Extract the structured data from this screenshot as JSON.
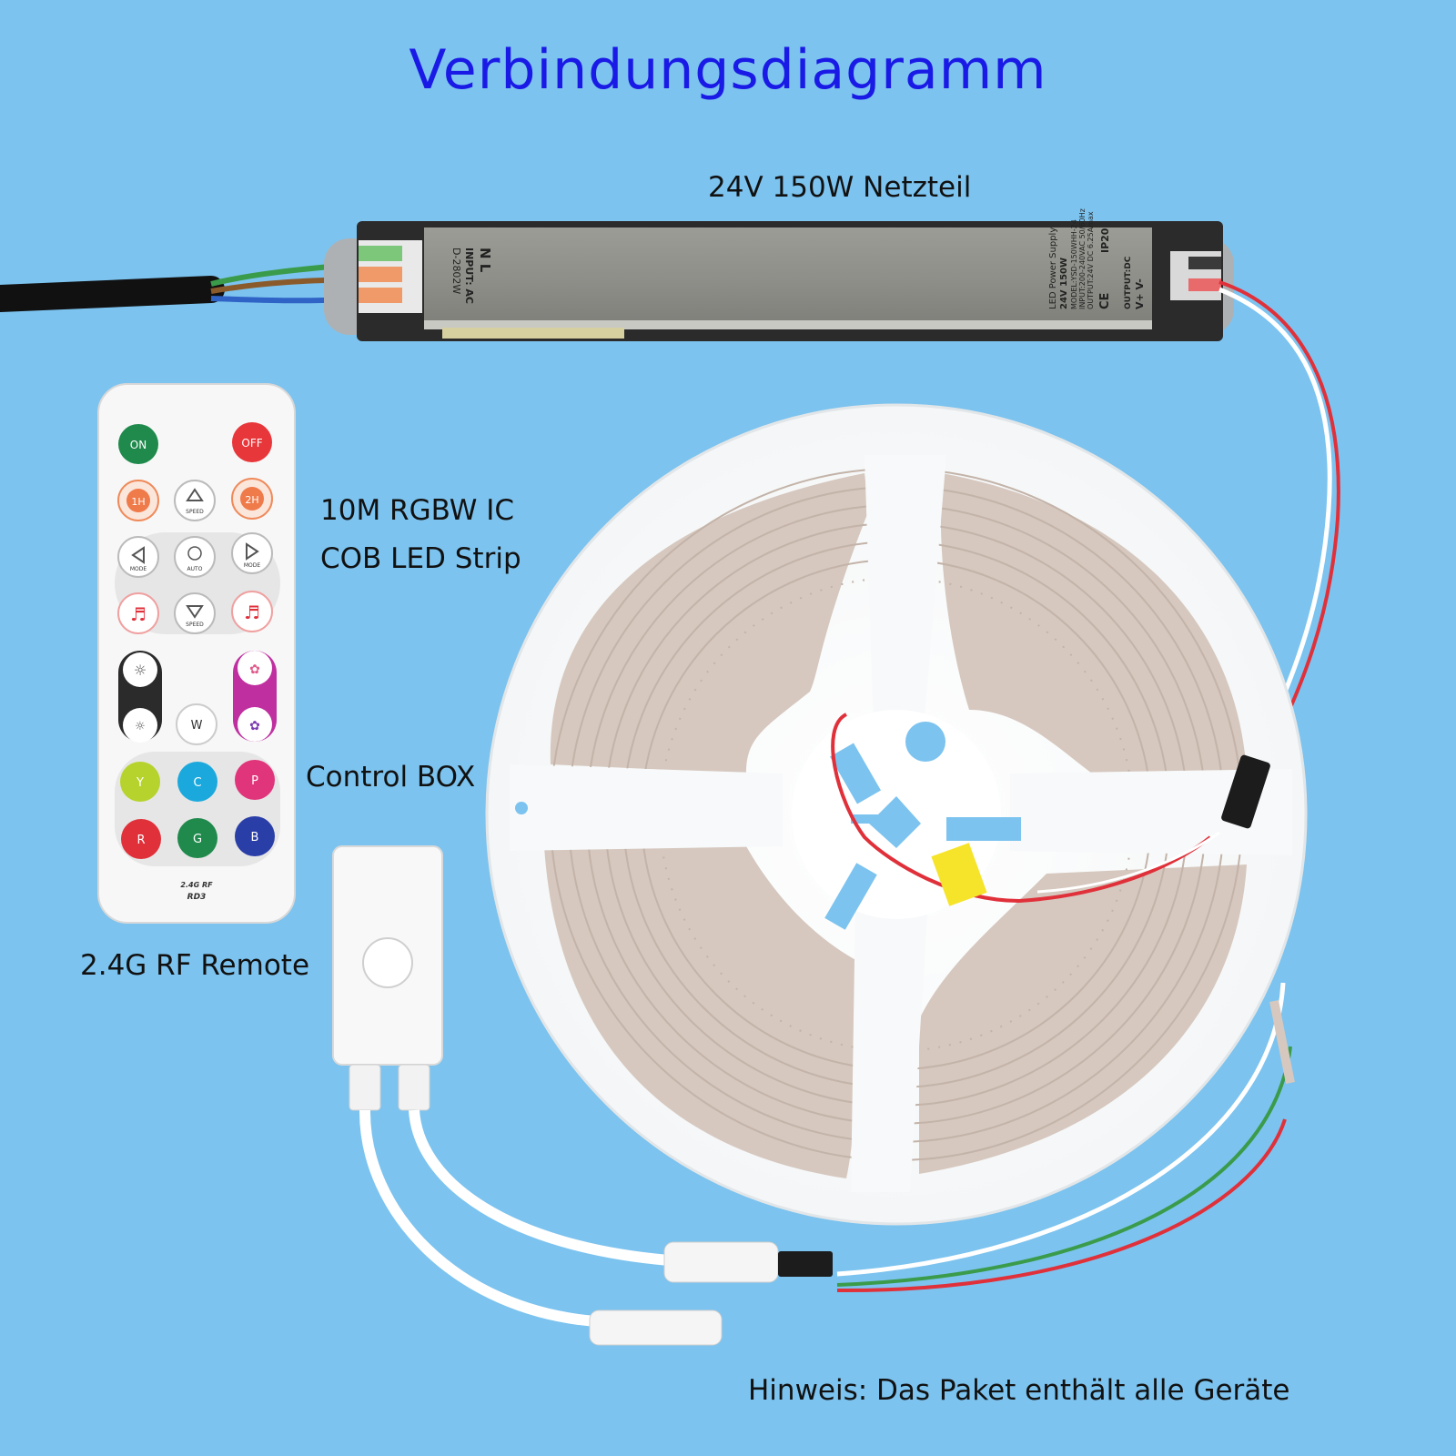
{
  "title": "Verbindungsdiagramm",
  "labels": {
    "power_supply": "24V 150W Netzteil",
    "strip_line1": "10M RGBW IC",
    "strip_line2": "COB LED Strip",
    "control_box": "Control BOX",
    "remote": "2.4G RF Remote",
    "note": "Hinweis: Das Paket enthält alle Geräte"
  },
  "psu_print": {
    "left_model": "D-2802W",
    "left_input": "INPUT: AC",
    "left_terminals": "N L",
    "right_name": "LED Power Supply",
    "right_rating": "24V 150W",
    "right_model": "MODEL:YSD-150WHH-24",
    "right_input": "INPUT:200-240VAC 50/60Hz",
    "right_output": "OUTPUT:24V DC 6.25Amax",
    "right_marks": "CE",
    "right_ip": "IP20",
    "right_out": "OUTPUT:DC",
    "right_terminals": "V+ V-"
  },
  "remote": {
    "on": "ON",
    "off": "OFF",
    "timer1": "1H",
    "timer2": "2H",
    "speed": "SPEED",
    "mode": "MODE",
    "auto": "AUTO",
    "w": "W",
    "y": "Y",
    "c": "C",
    "p": "P",
    "r": "R",
    "g": "G",
    "b": "B",
    "brand1": "2.4G RF",
    "brand2": "RD3"
  },
  "colors": {
    "background": "#7cc3ef",
    "title": "#1a1ae6",
    "on_button": "#1f8a4c",
    "off_button": "#e8373a",
    "y_button": "#b5d32c",
    "c_button": "#1ba9dd",
    "p_button": "#e0357a",
    "r_button": "#e0303a",
    "g_button": "#1f8a4c",
    "b_button": "#2a3ea8"
  }
}
